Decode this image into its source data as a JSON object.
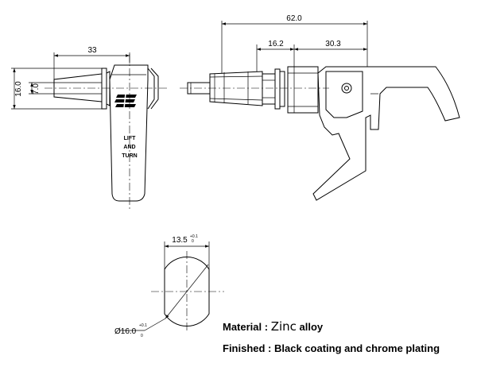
{
  "dimensions": {
    "overall_length": "62.0",
    "body_length": "16.2",
    "handle_length": "30.3",
    "lever_width": "33",
    "height_outer": "16.0",
    "height_inner": "7.0",
    "cutout_width": "13.5",
    "cutout_width_tol_upper": "+0.1",
    "cutout_width_tol_lower": "0",
    "cutout_diameter": "Ø16.0",
    "cutout_diameter_tol_upper": "+0.1",
    "cutout_diameter_tol_lower": "0"
  },
  "lever": {
    "text_line1": "LIFT",
    "text_line2": "AND",
    "text_line3": "TURN"
  },
  "notes": {
    "material_label": "Material : ",
    "material_value_a": "Zinc",
    "material_value_b": " alloy",
    "finish_label": "Finished : ",
    "finish_value": "Black coating and chrome plating"
  }
}
